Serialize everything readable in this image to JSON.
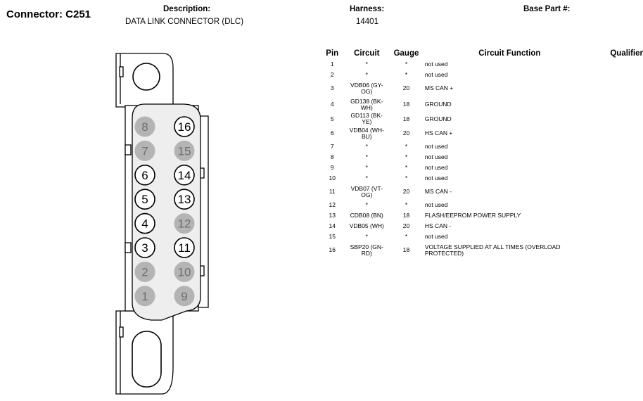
{
  "header": {
    "connector_title": "Connector: C251",
    "description_label": "Description:",
    "description_value": "DATA LINK CONNECTOR (DLC)",
    "harness_label": "Harness:",
    "harness_value": "14401",
    "base_part_label": "Base Part #:"
  },
  "table": {
    "columns": {
      "pin": "Pin",
      "circuit": "Circuit",
      "gauge": "Gauge",
      "function": "Circuit Function",
      "qualifier": "Qualifier"
    },
    "rows": [
      {
        "pin": "1",
        "circuit": "*",
        "gauge": "*",
        "function": "not used"
      },
      {
        "pin": "2",
        "circuit": "*",
        "gauge": "*",
        "function": "not used"
      },
      {
        "pin": "3",
        "circuit": "VDB06 (GY-OG)",
        "gauge": "20",
        "function": "MS CAN +"
      },
      {
        "pin": "4",
        "circuit": "GD138 (BK-WH)",
        "gauge": "18",
        "function": "GROUND"
      },
      {
        "pin": "5",
        "circuit": "GD113 (BK-YE)",
        "gauge": "18",
        "function": "GROUND"
      },
      {
        "pin": "6",
        "circuit": "VDB04 (WH-BU)",
        "gauge": "20",
        "function": "HS CAN +"
      },
      {
        "pin": "7",
        "circuit": "*",
        "gauge": "*",
        "function": "not used"
      },
      {
        "pin": "8",
        "circuit": "*",
        "gauge": "*",
        "function": "not used"
      },
      {
        "pin": "9",
        "circuit": "*",
        "gauge": "*",
        "function": "not used"
      },
      {
        "pin": "10",
        "circuit": "*",
        "gauge": "*",
        "function": "not used"
      },
      {
        "pin": "11",
        "circuit": "VDB07 (VT-OG)",
        "gauge": "20",
        "function": "MS CAN -"
      },
      {
        "pin": "12",
        "circuit": "*",
        "gauge": "*",
        "function": "not used"
      },
      {
        "pin": "13",
        "circuit": "CDB08 (BN)",
        "gauge": "18",
        "function": "FLASH/EEPROM POWER SUPPLY"
      },
      {
        "pin": "14",
        "circuit": "VDB05 (WH)",
        "gauge": "20",
        "function": "HS CAN -"
      },
      {
        "pin": "15",
        "circuit": "*",
        "gauge": "*",
        "function": "not used"
      },
      {
        "pin": "16",
        "circuit": "SBP20 (GN-RD)",
        "gauge": "18",
        "function": "VOLTAGE SUPPLIED AT ALL TIMES (OVERLOAD PROTECTED)"
      }
    ]
  },
  "diagram": {
    "pins": [
      {
        "label": "8",
        "used": false
      },
      {
        "label": "16",
        "used": true
      },
      {
        "label": "7",
        "used": false
      },
      {
        "label": "15",
        "used": false
      },
      {
        "label": "6",
        "used": true
      },
      {
        "label": "14",
        "used": true
      },
      {
        "label": "5",
        "used": true
      },
      {
        "label": "13",
        "used": true
      },
      {
        "label": "4",
        "used": true
      },
      {
        "label": "12",
        "used": false
      },
      {
        "label": "3",
        "used": true
      },
      {
        "label": "11",
        "used": true
      },
      {
        "label": "2",
        "used": false
      },
      {
        "label": "10",
        "used": false
      },
      {
        "label": "1",
        "used": false
      },
      {
        "label": "9",
        "used": false
      }
    ],
    "colors": {
      "used_fill": "#ffffff",
      "unused_fill": "#b4b4b4",
      "unused_text": "#6e6e6e",
      "stroke": "#000000",
      "face_fill": "#eeeeee"
    }
  }
}
